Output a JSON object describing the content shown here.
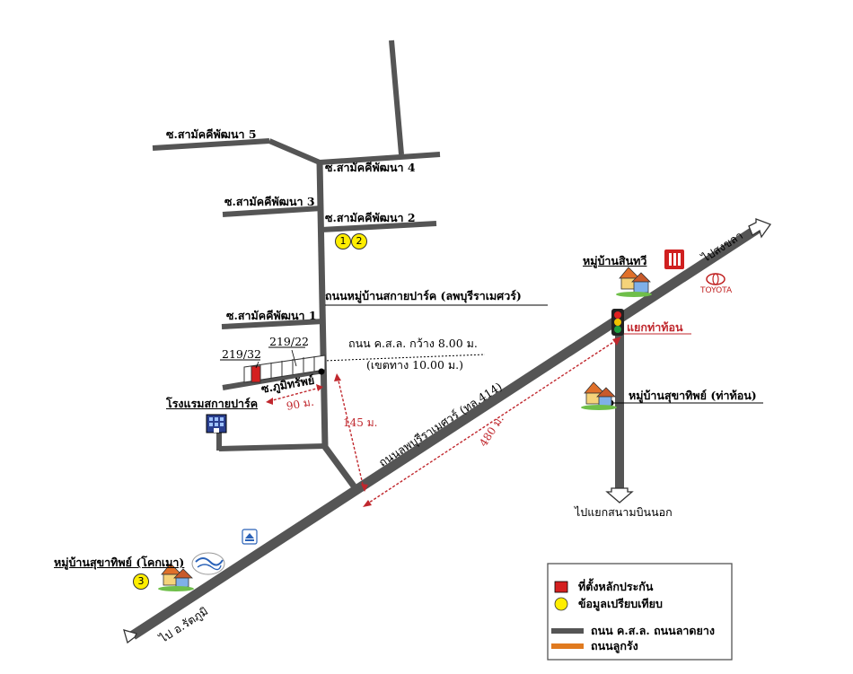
{
  "labels": {
    "soi5": "ซ.สามัคคีพัฒนา 5",
    "soi4": "ซ.สามัคคีพัฒนา 4",
    "soi3": "ซ.สามัคคีพัฒนา 3",
    "soi2": "ซ.สามัคคีพัฒนา 2",
    "soi1": "ซ.สามัคคีพัฒนา 1",
    "main_road": "ถนนหมู่บ้านสกายปาร์ค (ลพบุรีราเมศวร์)",
    "road_width": "ถนน ค.ส.ล. กว้าง 8.00 ม.",
    "road_reserve": "(เขตทาง 10.00 ม.)",
    "addr1": "219/22",
    "addr2": "219/32",
    "soi_phumiphat": "ซ.ภูมิทรัพย์",
    "hotel": "โรงแรมสกายปาร์ค",
    "highway": "ถนนลพบุรีราเมศวร์ (ทล.414)",
    "village_sinthawi": "หมู่บ้านสินทวี",
    "to_songkhla": "ไปสงขลา",
    "junction": "แยกท่าท้อน",
    "village_suthathip_thathon": "หมู่บ้านสุขาทิพย์ (ท่าท้อน)",
    "to_airport": "ไปแยกสนามบินนอก",
    "village_suthathip_khokmao": "หมู่บ้านสุขาทิพย์ (โคกเมา)",
    "to_rattaphum": "ไป อ.รัตภูมิ",
    "toyota": "TOYOTA"
  },
  "distances": {
    "d90": "90 ม.",
    "d145": "145 ม.",
    "d480": "480 ม."
  },
  "markers": {
    "m1": "1",
    "m2": "2",
    "m3": "3"
  },
  "legend": {
    "collateral": "ที่ตั้งหลักประกัน",
    "comparison": "ข้อมูลเปรียบเทียบ",
    "paved": "ถนน ค.ส.ล. ถนนลาดยาง",
    "gravel": "ถนนลูกรัง"
  },
  "colors": {
    "road": "#555555",
    "distance": "#c0272d",
    "collateral": "#d42020",
    "comparison": "#ffee00",
    "gravel": "#e07a1f"
  }
}
